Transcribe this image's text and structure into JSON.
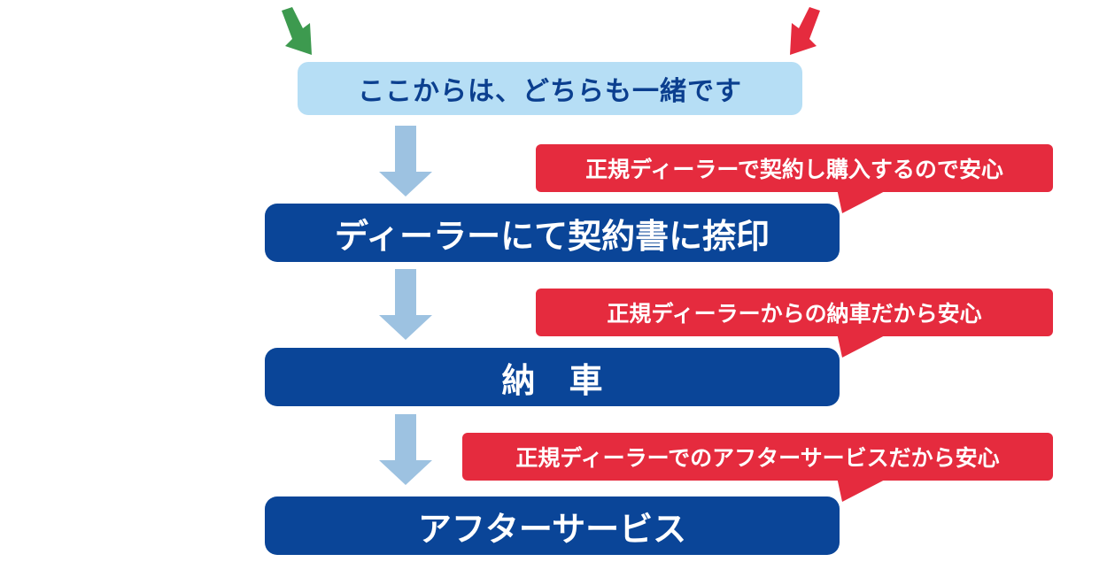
{
  "top_label": "ここからは、どちらも一緒です",
  "steps": [
    "ディーラーにて契約書に捺印",
    "納　車",
    "アフターサービス"
  ],
  "callouts": [
    "正規ディーラーで契約し購入するので安心",
    "正規ディーラーからの納車だから安心",
    "正規ディーラーでのアフターサービスだから安心"
  ],
  "colors": {
    "top_box": "#b6def5",
    "top_text": "#0b3f8f",
    "step_box": "#0a4598",
    "callout": "#e52b3e",
    "flow_arrow": "#9dc2e1",
    "left_corner_arrow": "#3d9a4f",
    "right_corner_arrow": "#e52b3e"
  }
}
